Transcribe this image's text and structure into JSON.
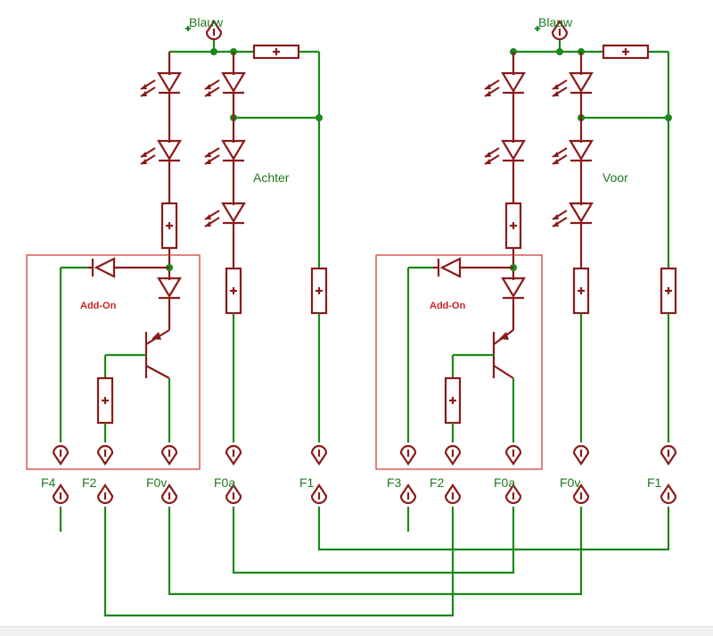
{
  "colors": {
    "wire": "#1a8a1a",
    "component": "#8b1a1a",
    "box": "#cc3333",
    "label": "#1f7a1f"
  },
  "left": {
    "supply_label": "Blauw",
    "side_label": "Achter",
    "addon_label": "Add-On",
    "bottom_pins": [
      "F4",
      "F2",
      "F0v",
      "F0a",
      "F1"
    ]
  },
  "right": {
    "supply_label": "Blauw",
    "side_label": "Voor",
    "addon_label": "Add-On",
    "bottom_pins": [
      "F3",
      "F2",
      "F0a",
      "F0v",
      "F1"
    ]
  }
}
